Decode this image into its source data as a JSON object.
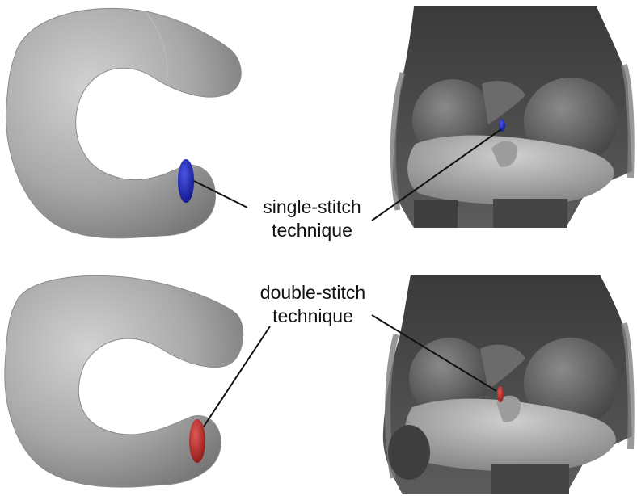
{
  "labels": {
    "single_line1": "single-stitch",
    "single_line2": "technique",
    "double_line1": "double-stitch",
    "double_line2": "technique"
  },
  "colors": {
    "single_marker": "#1a22b0",
    "double_marker": "#c0302e",
    "meniscus_gray": "#a3a3a3",
    "knee_dark": "#4a4a4a",
    "leader_line": "#111111"
  }
}
